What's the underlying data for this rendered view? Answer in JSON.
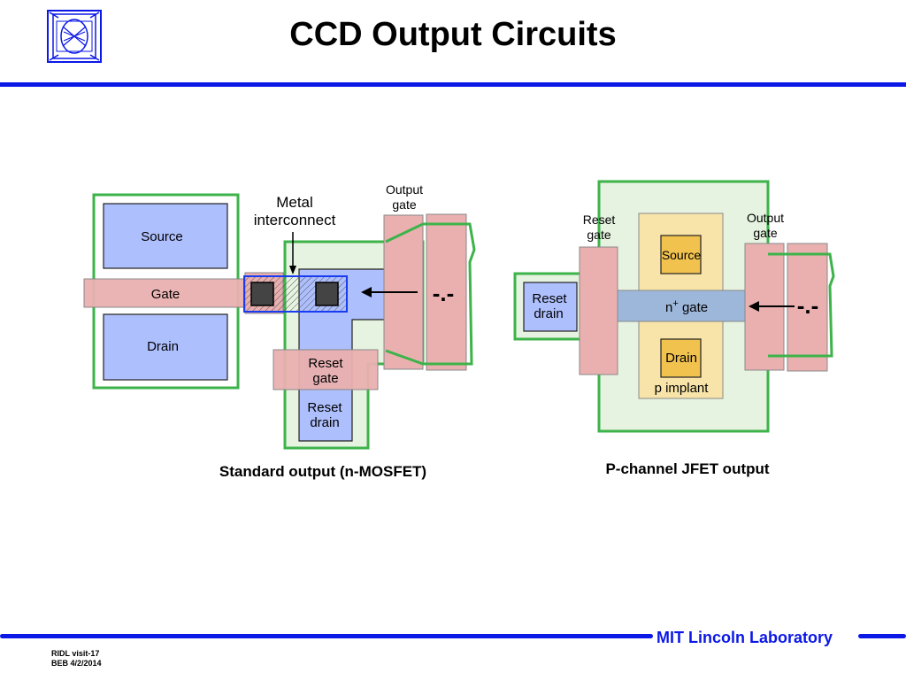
{
  "slide": {
    "title": "CCD Output Circuits",
    "organization": "MIT Lincoln Laboratory",
    "footer_line1": "RIDL visit-17",
    "footer_line2": "BEB 4/2/2014"
  },
  "left_diagram": {
    "caption": "Standard output (n-MOSFET)",
    "source": "Source",
    "gate": "Gate",
    "drain": "Drain",
    "metal_line1": "Metal",
    "metal_line2": "interconnect",
    "output_gate_line1": "Output",
    "output_gate_line2": "gate",
    "reset_gate_line1": "Reset",
    "reset_gate_line2": "gate",
    "reset_drain_line1": "Reset",
    "reset_drain_line2": "drain",
    "charge_symbol": "-.-"
  },
  "right_diagram": {
    "caption": "P-channel JFET output",
    "reset_gate_line1": "Reset",
    "reset_gate_line2": "gate",
    "reset_drain_line1": "Reset",
    "reset_drain_line2": "drain",
    "source": "Source",
    "n_gate_n": "n",
    "n_gate_sup": "+",
    "n_gate_rest": " gate",
    "drain": "Drain",
    "p_implant": "p implant",
    "output_gate_line1": "Output",
    "output_gate_line2": "gate",
    "charge_symbol": "-.-"
  },
  "colors": {
    "accent_blue": "#0b18e6",
    "green_outline": "#3db34a",
    "light_green_fill": "#e7f3e1",
    "blue_fill": "#aebffd",
    "pink_fill": "#eab0b0",
    "yellow_fill": "#f8e4a8",
    "orange_fill": "#f2c24f",
    "steel_blue": "#9db7da"
  }
}
